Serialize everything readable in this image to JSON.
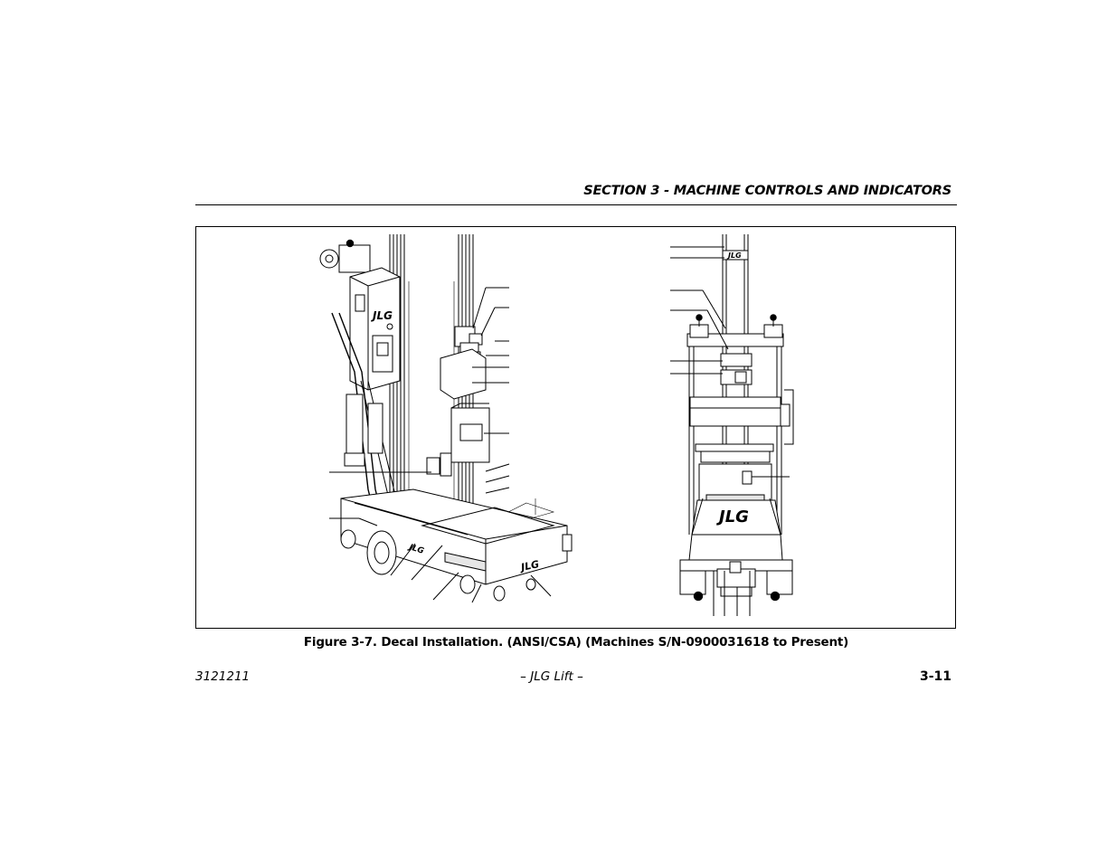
{
  "header": {
    "section_title": "SECTION 3 - MACHINE CONTROLS AND INDICATORS"
  },
  "figure": {
    "caption": "Figure 3-7.  Decal Installation. (ANSI/CSA) (Machines S/N-0900031618 to Present)",
    "logo_text": "JLG"
  },
  "footer": {
    "doc_number": "3121211",
    "center_text": "– JLG Lift –",
    "page_number": "3-11"
  }
}
